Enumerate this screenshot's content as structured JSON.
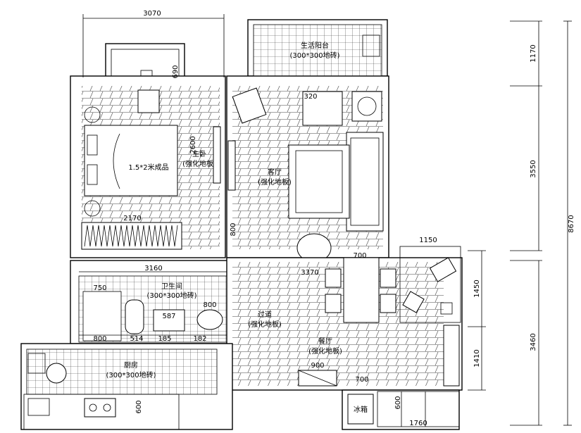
{
  "rooms": {
    "balcony": {
      "name": "生活阳台",
      "floor": "(300*300地砖)"
    },
    "master_bedroom": {
      "name": "主卧",
      "floor": "(强化地板)",
      "bed": "1.5*2米成品"
    },
    "living_room": {
      "name": "客厅",
      "floor": "(强化地板)"
    },
    "bathroom": {
      "name": "卫生间",
      "floor": "(300*300地砖)"
    },
    "corridor": {
      "name": "过道",
      "floor": "(强化地板)"
    },
    "dining_room": {
      "name": "餐厅",
      "floor": "(强化地板)"
    },
    "kitchen": {
      "name": "厨房",
      "floor": "(300*300地砖)"
    },
    "fridge": "冰箱"
  },
  "dimensions": {
    "top_width": "3070",
    "window_depth": "690",
    "bedroom_width_vertical": "2600",
    "bed_width": "2170",
    "tv_wall": "800",
    "corridor_width": "3370",
    "bathroom_width": "3160",
    "bath_sub_750": "750",
    "toilet_587": "587",
    "basin_800": "800",
    "bath_800_bottom": "800",
    "bath_514": "514",
    "bath_185": "185",
    "bath_182": "182",
    "sofa_depth": "320",
    "table_700": "700",
    "desk_1150": "1150",
    "cabinet_900": "900",
    "fridge_700": "700",
    "kitchen_600": "600",
    "counter_600": "600",
    "counter_1760": "1760",
    "right_1170": "1170",
    "right_3550": "3550",
    "right_8670": "8670",
    "right_1450": "1450",
    "right_1410": "1410",
    "right_3460": "3460"
  }
}
